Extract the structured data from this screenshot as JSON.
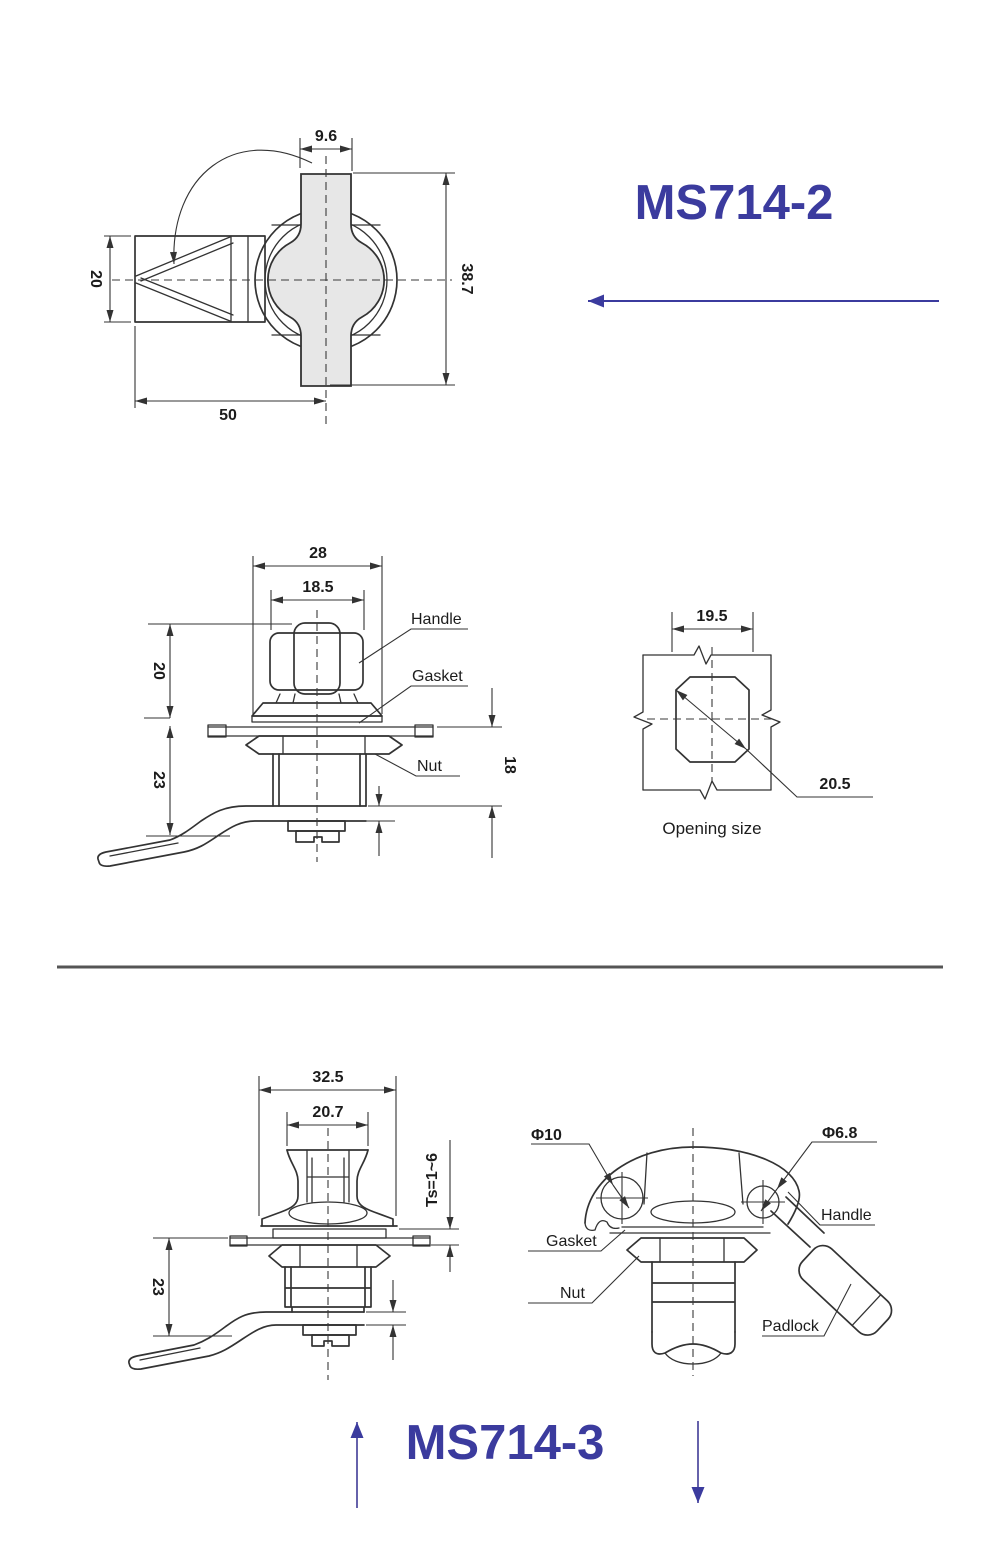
{
  "colors": {
    "accent": "#3b3b9e",
    "line": "#333333",
    "divider": "#555555",
    "wing_fill": "#e7e7e7"
  },
  "top_view": {
    "title": "MS714-2",
    "dim_width": "9.6",
    "dim_height": "20",
    "dim_total_height": "38.7",
    "dim_length": "50"
  },
  "front_view": {
    "dim_outer": "28",
    "dim_inner": "18.5",
    "dim_upper": "20",
    "dim_lower": "23",
    "dim_right": "18",
    "label_handle": "Handle",
    "label_gasket": "Gasket",
    "label_nut": "Nut"
  },
  "opening_view": {
    "dim_width": "19.5",
    "dim_diagonal": "20.5",
    "caption": "Opening size"
  },
  "bottom_view": {
    "title": "MS714-3",
    "dim_outer": "32.5",
    "dim_inner": "20.7",
    "dim_panel": "Ts=1~6",
    "dim_lower": "23"
  },
  "detail_view": {
    "dim_hole_large": "Φ10",
    "dim_hole_small": "Φ6.8",
    "label_handle": "Handle",
    "label_gasket": "Gasket",
    "label_nut": "Nut",
    "label_padlock": "Padlock"
  }
}
